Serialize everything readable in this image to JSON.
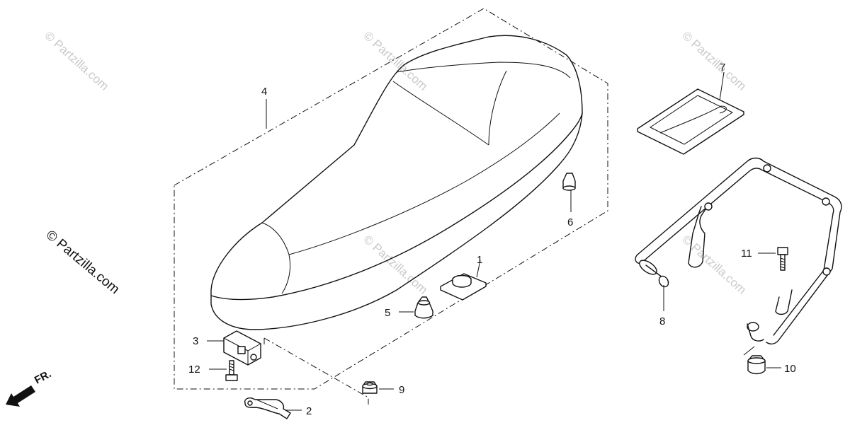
{
  "watermark": "© Partzilla.com",
  "direction_label": "FR.",
  "callouts": {
    "p1": "1",
    "p2": "2",
    "p3": "3",
    "p4": "4",
    "p5": "5",
    "p6": "6",
    "p7": "7",
    "p8": "8",
    "p9": "9",
    "p10": "10",
    "p11": "11",
    "p12": "12"
  },
  "colors": {
    "line": "#111111",
    "watermark": "#c9c9c9",
    "background": "#ffffff"
  }
}
